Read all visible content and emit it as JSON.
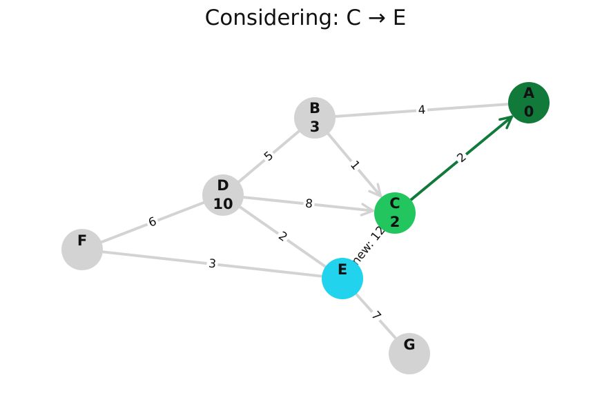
{
  "title": "Considering: C → E",
  "colors": {
    "default_node": "#d3d3d3",
    "visited_node": "#117a3b",
    "current_node": "#22c55e",
    "candidate_node": "#22d3ee",
    "default_edge": "#d3d3d3",
    "tree_edge": "#117a3b"
  },
  "nodes": [
    {
      "id": "A",
      "label": "A",
      "dist": "0",
      "state": "visited"
    },
    {
      "id": "B",
      "label": "B",
      "dist": "3",
      "state": "default"
    },
    {
      "id": "C",
      "label": "C",
      "dist": "2",
      "state": "current"
    },
    {
      "id": "D",
      "label": "D",
      "dist": "10",
      "state": "default"
    },
    {
      "id": "E",
      "label": "E",
      "dist": "",
      "state": "candidate"
    },
    {
      "id": "F",
      "label": "F",
      "dist": "",
      "state": "default"
    },
    {
      "id": "G",
      "label": "G",
      "dist": "",
      "state": "default"
    }
  ],
  "edges": [
    {
      "from": "B",
      "to": "A",
      "weight": "4",
      "directed": false,
      "style": "default"
    },
    {
      "from": "C",
      "to": "A",
      "weight": "2",
      "directed": true,
      "style": "tree"
    },
    {
      "from": "B",
      "to": "C",
      "weight": "1",
      "directed": true,
      "style": "default"
    },
    {
      "from": "D",
      "to": "B",
      "weight": "5",
      "directed": false,
      "style": "default"
    },
    {
      "from": "D",
      "to": "C",
      "weight": "8",
      "directed": true,
      "style": "default"
    },
    {
      "from": "D",
      "to": "E",
      "weight": "2",
      "directed": false,
      "style": "default"
    },
    {
      "from": "F",
      "to": "D",
      "weight": "6",
      "directed": false,
      "style": "default"
    },
    {
      "from": "F",
      "to": "E",
      "weight": "3",
      "directed": false,
      "style": "default"
    },
    {
      "from": "E",
      "to": "G",
      "weight": "7",
      "directed": false,
      "style": "default"
    },
    {
      "from": "E",
      "to": "C",
      "weight": "new: 12",
      "directed": false,
      "style": "default"
    }
  ]
}
